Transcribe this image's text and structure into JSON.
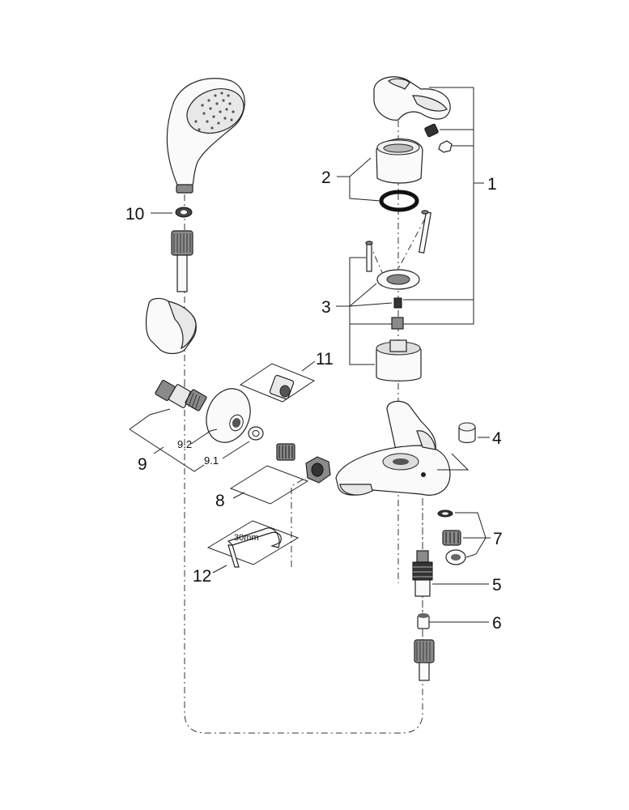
{
  "labels": {
    "p1": "1",
    "p2": "2",
    "p3": "3",
    "p4": "4",
    "p5": "5",
    "p6": "6",
    "p7": "7",
    "p8": "8",
    "p9": "9",
    "p9_1": "9.1",
    "p9_2": "9.2",
    "p10": "10",
    "p11": "11",
    "p12": "12"
  },
  "wrench_size": "30mm",
  "colors": {
    "line": "#222222",
    "part_fill": "#e8e8e8",
    "dark_fill": "#8a8a8a"
  }
}
